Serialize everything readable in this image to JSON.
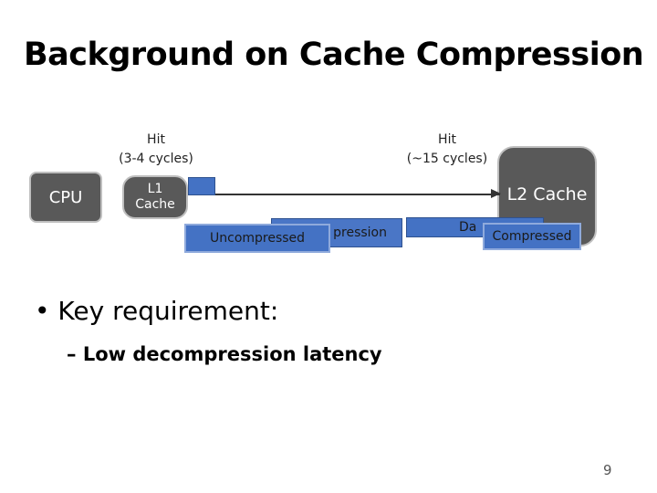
{
  "title": "Background on Cache Compression",
  "diagram": {
    "cpu_label": "CPU",
    "l1_label": "L1 Cache",
    "l2_label": "L2 Cache",
    "hit_l1": {
      "line1": "Hit",
      "line2": "(3-4 cycles)"
    },
    "hit_l2": {
      "line1": "Hit",
      "line2": "(~15 cycles)"
    },
    "uncompressed_label": "Uncompressed",
    "decompression_label_partial": "pression",
    "data_label_partial": "Da",
    "compressed_label": "Compressed"
  },
  "bullet": "Key requirement:",
  "sub_bullet": "Low decompression latency",
  "page_number": "9"
}
